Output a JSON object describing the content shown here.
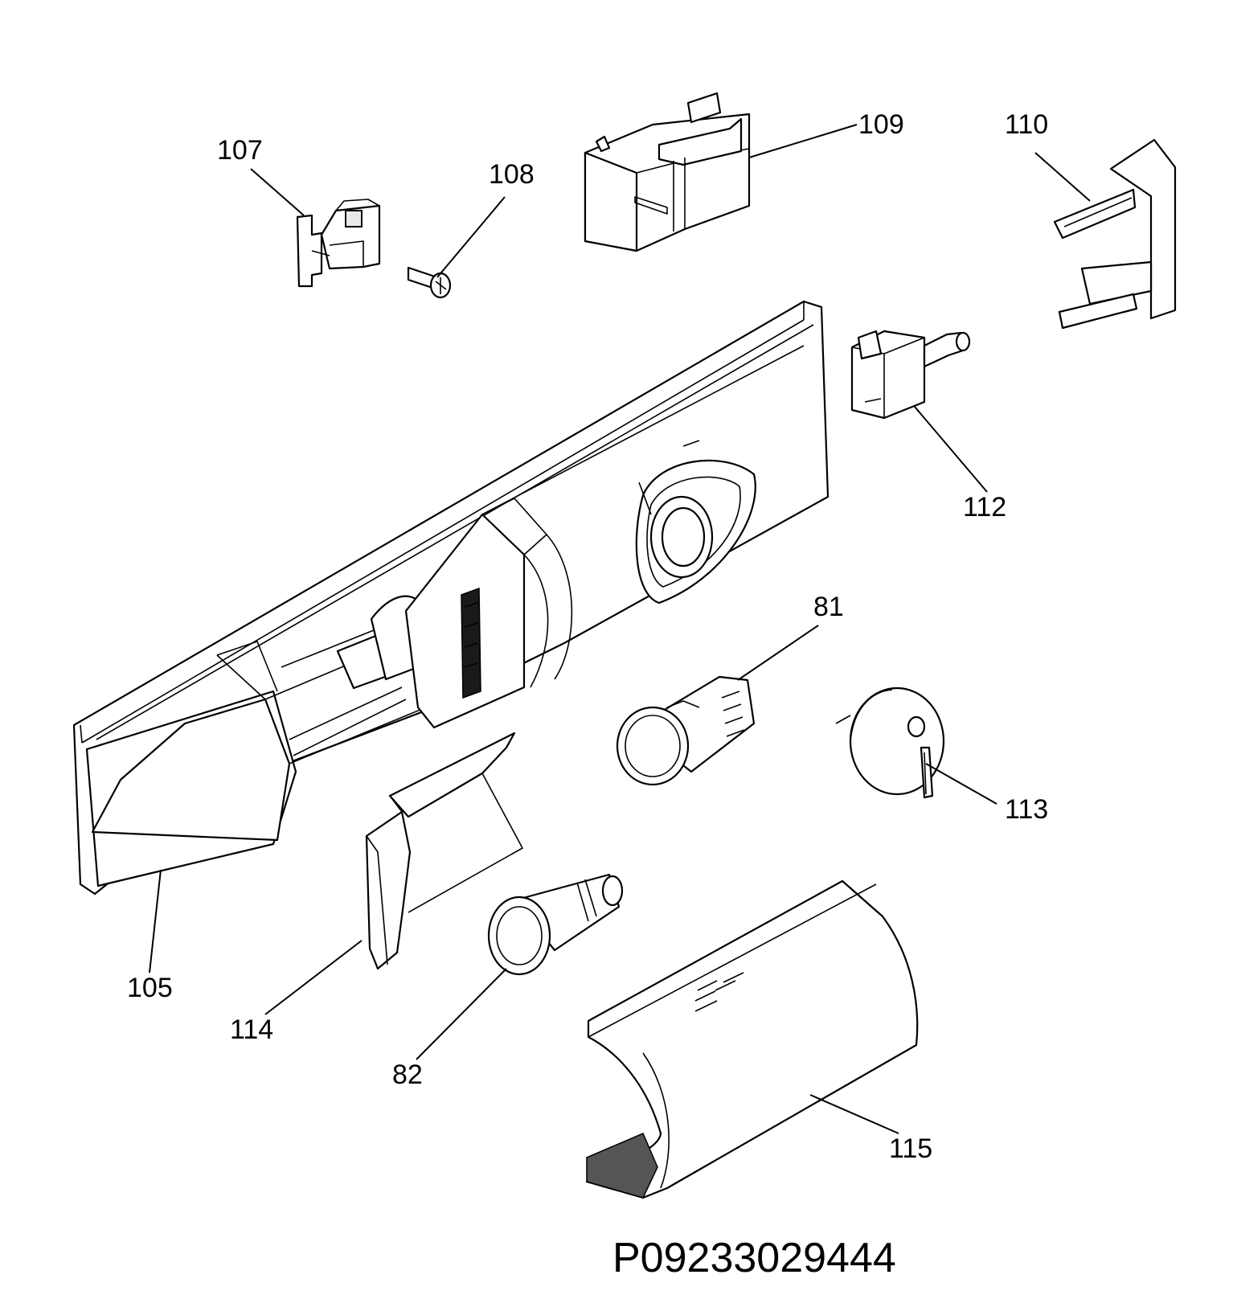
{
  "diagram": {
    "drawing_code": "P09233029444",
    "callouts": [
      {
        "id": "105",
        "label": "105"
      },
      {
        "id": "107",
        "label": "107"
      },
      {
        "id": "108",
        "label": "108"
      },
      {
        "id": "109",
        "label": "109"
      },
      {
        "id": "110",
        "label": "110"
      },
      {
        "id": "112",
        "label": "112"
      },
      {
        "id": "81",
        "label": "81"
      },
      {
        "id": "113",
        "label": "113"
      },
      {
        "id": "114",
        "label": "114"
      },
      {
        "id": "82",
        "label": "82"
      },
      {
        "id": "115",
        "label": "115"
      }
    ]
  }
}
